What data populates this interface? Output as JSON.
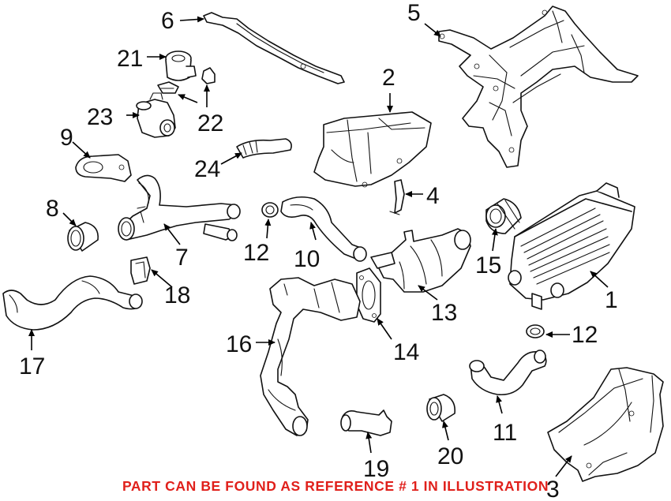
{
  "caption": "PART CAN BE FOUND AS REFERENCE # 1 IN ILLUSTRATION",
  "caption_color": "#e0201b",
  "callouts": {
    "c1": "1",
    "c2": "2",
    "c3": "3",
    "c4": "4",
    "c5": "5",
    "c6": "6",
    "c7": "7",
    "c8": "8",
    "c9": "9",
    "c10": "10",
    "c11": "11",
    "c12a": "12",
    "c12b": "12",
    "c13": "13",
    "c14": "14",
    "c15": "15",
    "c16": "16",
    "c17": "17",
    "c18": "18",
    "c19": "19",
    "c20": "20",
    "c21": "21",
    "c22": "22",
    "c23": "23",
    "c24": "24"
  }
}
